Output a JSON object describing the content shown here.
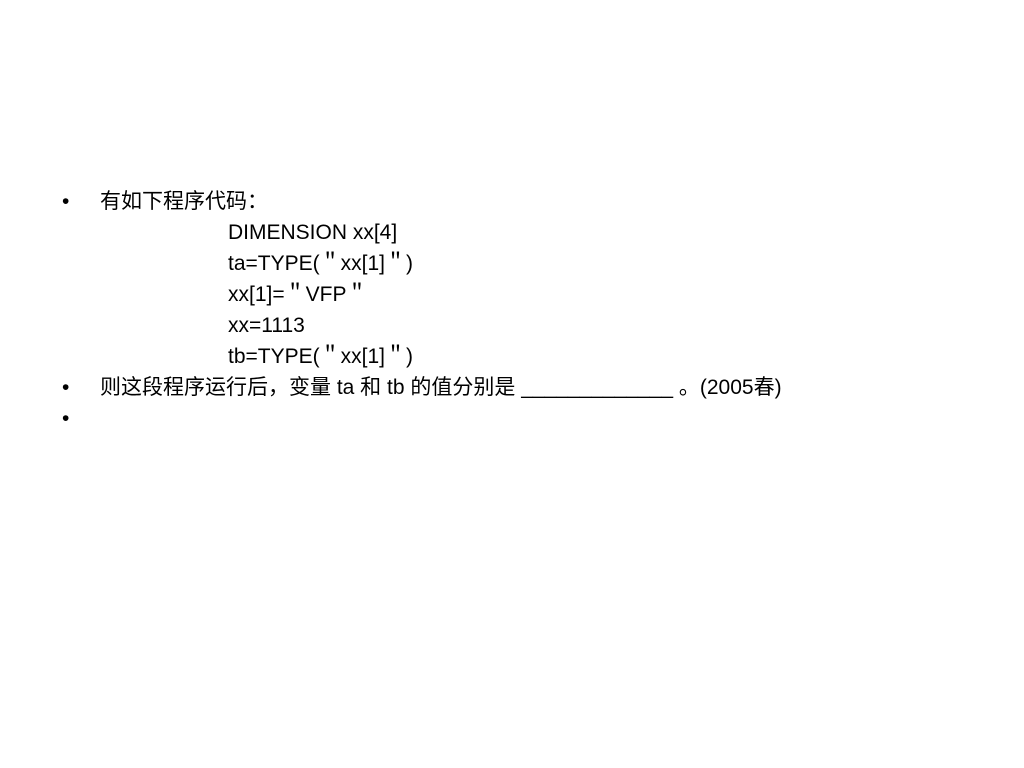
{
  "slide": {
    "bullets": [
      {
        "text": "有如下程序代码：",
        "code_lines": [
          "DIMENSION xx[4]",
          "ta=TYPE(＂xx[1]＂)",
          "xx[1]=＂VFP＂",
          "xx=1113",
          "tb=TYPE(＂xx[1]＂)"
        ]
      },
      {
        "text": "则这段程序运行后，变量 ta 和 tb 的值分别是 _____________ 。(2005春)"
      },
      {
        "text": ""
      }
    ],
    "bullet_glyph": "•"
  }
}
